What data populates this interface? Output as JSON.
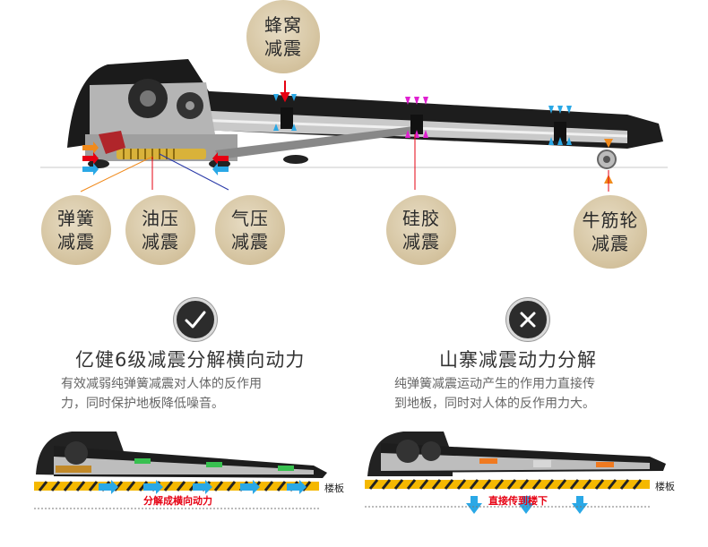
{
  "top_labels": {
    "honeycomb": [
      "蜂窝",
      "减震"
    ]
  },
  "bottom_labels": {
    "spring": [
      "弹簧",
      "减震"
    ],
    "oil": [
      "油压",
      "减震"
    ],
    "air": [
      "气压",
      "减震"
    ],
    "silicone": [
      "硅胶",
      "减震"
    ],
    "tendon_wheel": [
      "牛筋轮",
      "减震"
    ]
  },
  "left_panel": {
    "badge_icon": "check-icon",
    "title": "亿健6级减震分解横向动力",
    "desc_line1": "有效减弱纯弹簧减震对人体的反作用",
    "desc_line2": "力，同时保护地板降低噪音。",
    "floor_label": "楼板",
    "caption": "分解成横向动力"
  },
  "right_panel": {
    "badge_icon": "cross-icon",
    "title": "山寨减震动力分解",
    "desc_line1": "纯弹簧减震运动产生的作用力直接传",
    "desc_line2": "到地板，同时对人体的反作用力大。",
    "floor_label": "楼板",
    "caption": "直接传到楼下"
  },
  "colors": {
    "circle": "#d8c8a6",
    "arrow_red": "#e60012",
    "arrow_blue": "#2aa8e6",
    "arrow_magenta": "#e020d0",
    "arrow_orange": "#f08a1c",
    "pad_green": "#38c050",
    "pad_orange": "#f07a20",
    "floor_yellow": "#f5b800"
  }
}
